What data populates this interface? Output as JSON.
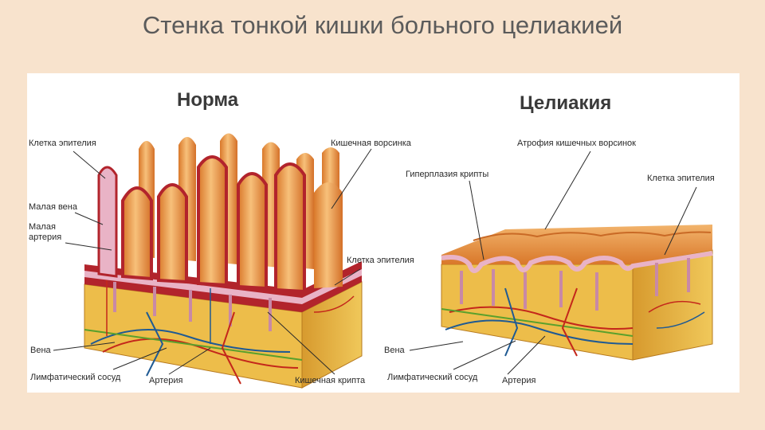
{
  "title": "Стенка тонкой кишки больного целиакией",
  "colors": {
    "background": "#f8e3cd",
    "panel": "#ffffff",
    "villus": "#e8963f",
    "villus_highlight": "#f7c07a",
    "mucosa_edge": "#b2242c",
    "epithelium": "#e9b3c6",
    "submucosa": "#eab94a",
    "artery": "#c4271b",
    "vein": "#1f5a93",
    "lymph": "#5aa02c"
  },
  "normal": {
    "heading": "Норма",
    "labels": {
      "epithelial_cell": "Клетка эпителия",
      "small_vein": "Малая вена",
      "small_artery": "Малая\nартерия",
      "intestinal_villus": "Кишечная ворсинка",
      "epithelial_cell_2": "Клетка эпителия",
      "vein": "Вена",
      "lymphatic_vessel": "Лимфатический сосуд",
      "artery": "Артерия",
      "intestinal_crypt": "Кишечная крипта"
    }
  },
  "celiac": {
    "heading": "Целиакия",
    "labels": {
      "villus_atrophy": "Атрофия кишечных ворсинок",
      "crypt_hyperplasia": "Гиперплазия крипты",
      "epithelial_cell": "Клетка эпителия",
      "vein": "Вена",
      "lymphatic_vessel": "Лимфатический сосуд",
      "artery": "Артерия"
    }
  }
}
